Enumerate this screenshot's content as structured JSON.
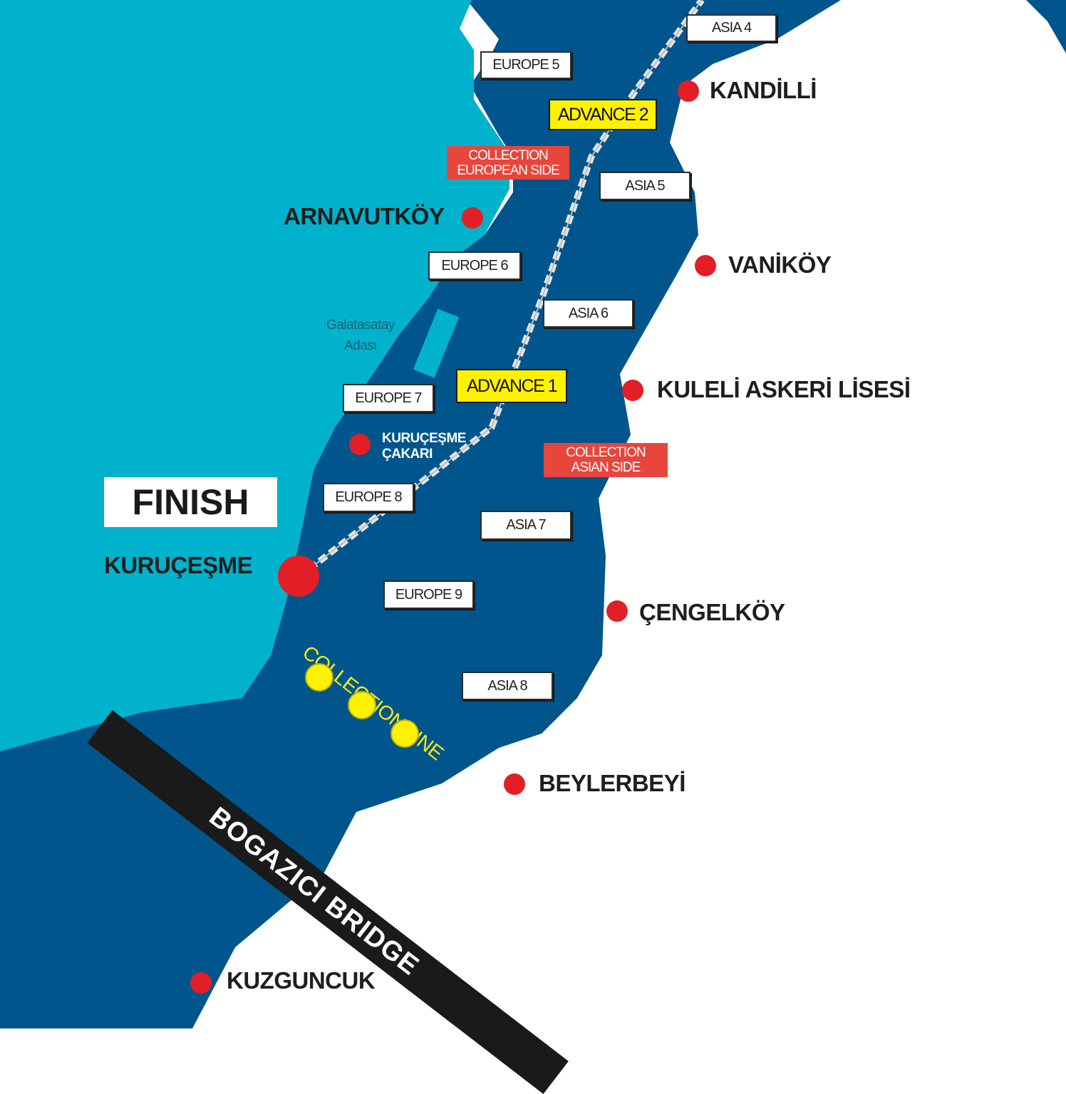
{
  "colors": {
    "european_land": "#00b2cb",
    "water": "#00558c",
    "asian_land": "#ffffff",
    "route": "#dcdcdc",
    "marker": "#e21f26",
    "collection_line": "#f5ea14"
  },
  "finish": "FINISH",
  "bridge": "BOGAZICI BRIDGE",
  "collection_line": "COLLECTION LINE",
  "island": {
    "line1": "Galatasatay",
    "line2": "Adası"
  },
  "marks": {
    "asia4": "ASIA 4",
    "europe5": "EUROPE 5",
    "advance2": "ADVANCE 2",
    "asia5": "ASIA 5",
    "europe6": "EUROPE 6",
    "asia6": "ASIA 6",
    "advance1": "ADVANCE 1",
    "europe7": "EUROPE 7",
    "europe8": "EUROPE 8",
    "asia7": "ASIA 7",
    "europe9": "EUROPE 9",
    "asia8": "ASIA 8"
  },
  "collection_european": {
    "line1": "COLLECTION",
    "line2": "EUROPEAN SIDE"
  },
  "collection_asian": {
    "line1": "COLLECTION",
    "line2": "ASIAN SIDE"
  },
  "places": {
    "kandilli": "KANDİLLİ",
    "arnavutkoy": "ARNAVUTKÖY",
    "vanikoy": "VANİKÖY",
    "kuleli": "KULELİ ASKERİ LİSESİ",
    "kurucesme_cakari_1": "KURUÇEŞME",
    "kurucesme_cakari_2": "ÇAKARI",
    "kurucesme": "KURUÇEŞME",
    "cengelkoy": "ÇENGELKÖY",
    "beylerbeyi": "BEYLERBEYİ",
    "kuzguncuk": "KUZGUNCUK"
  }
}
